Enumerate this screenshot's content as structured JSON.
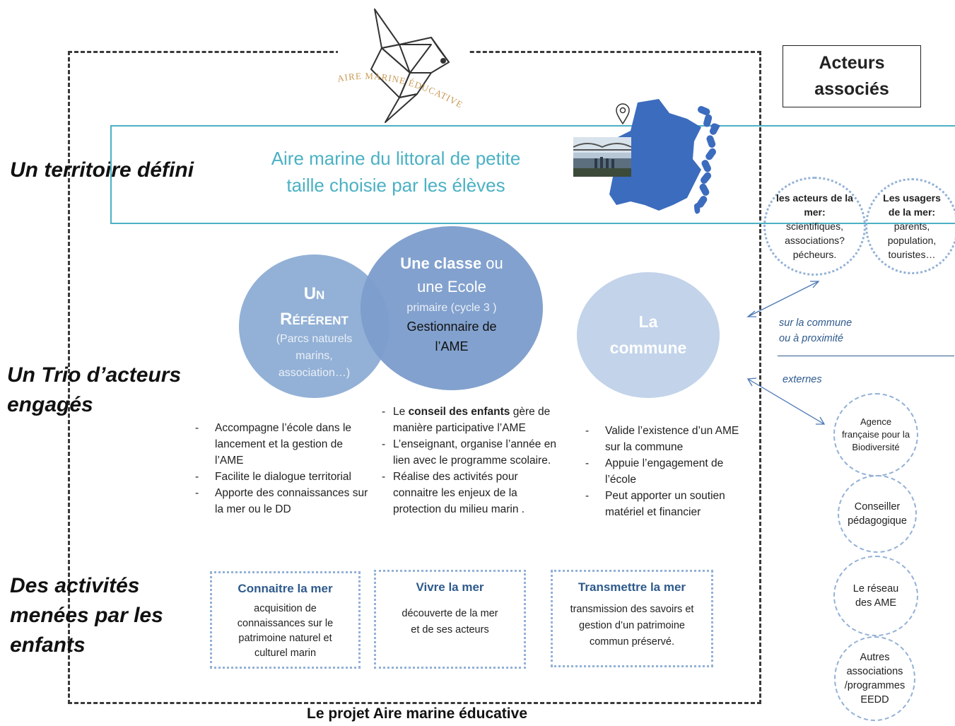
{
  "logo": {
    "text": "AIRE MARINE ÉDUCATIVE",
    "icon": "origami-fish-icon"
  },
  "actors_box": {
    "line1": "Acteurs",
    "line2": "associés"
  },
  "sections": {
    "territory": "Un territoire défini",
    "trio_line1": "Un Trio d’acteurs",
    "trio_line2": "engagés",
    "activities_line1": "Des activités",
    "activities_line2": "menées par les",
    "activities_line3": "enfants"
  },
  "territory_text": {
    "line1": "Aire marine du littoral de petite",
    "line2": "taille choisie par les élèves"
  },
  "map": {
    "icon": "france-map-icon",
    "pin": "location-pin-icon",
    "photo": "coast-photo"
  },
  "referent": {
    "title1": "Un",
    "title2": "Référent",
    "sub1": "(Parcs naturels",
    "sub2": "marins,",
    "sub3": "association…)",
    "bullets": [
      "Accompagne l’école dans le lancement et la gestion de l’AME",
      "Facilite le dialogue territorial",
      "Apporte des connaissances sur la mer ou le DD"
    ]
  },
  "classe": {
    "title_bold": "Une classe",
    "title_rest": " ou",
    "line2": "une Ecole",
    "line3": "primaire (cycle 3 )",
    "line4": "Gestionnaire de",
    "line5": "l’AME",
    "bullet1_pre": "Le ",
    "bullet1_bold": "conseil des enfants",
    "bullet1_post": " gère de manière participative l’AME",
    "bullets": [
      "L’enseignant, organise l’année en lien avec le programme scolaire.",
      "Réalise des activités pour connaitre les enjeux de la protection du milieu marin ."
    ]
  },
  "commune": {
    "line1": "La",
    "line2": "commune",
    "bullets": [
      "Valide l’existence d’un AME sur la commune",
      "Appuie l’engagement de l’école",
      "Peut apporter un soutien matériel et financier"
    ]
  },
  "activities": [
    {
      "title": "Connaitre la mer",
      "desc": "acquisition de connaissances sur le patrimoine naturel et culturel marin"
    },
    {
      "title": "Vivre la mer",
      "desc": "découverte de la mer et de ses acteurs"
    },
    {
      "title": "Transmettre la mer",
      "desc": "transmission des savoirs et gestion d’un patrimoine commun préservé."
    }
  ],
  "local_actors": [
    {
      "bold": "les acteurs de la mer:",
      "rest": "scientifiques, associations? pécheurs."
    },
    {
      "bold": "Les usagers de la mer:",
      "rest": "parents, population, touristes…"
    }
  ],
  "notes": {
    "proximity_1": "sur la commune",
    "proximity_2": "ou à proximité",
    "external": "externes"
  },
  "external_actors": [
    "Agence française pour la Biodiversité",
    "Conseiller pédagogique",
    "Le réseau des AME",
    "Autres associations /programmes EEDD"
  ],
  "footer_title": "Le projet Aire marine éducative",
  "colors": {
    "teal": "#4bb1c4",
    "blue_dark": "#2e5a8c",
    "circle_light": "#c2d3ea",
    "circle_mid": "#93b1d6"
  }
}
